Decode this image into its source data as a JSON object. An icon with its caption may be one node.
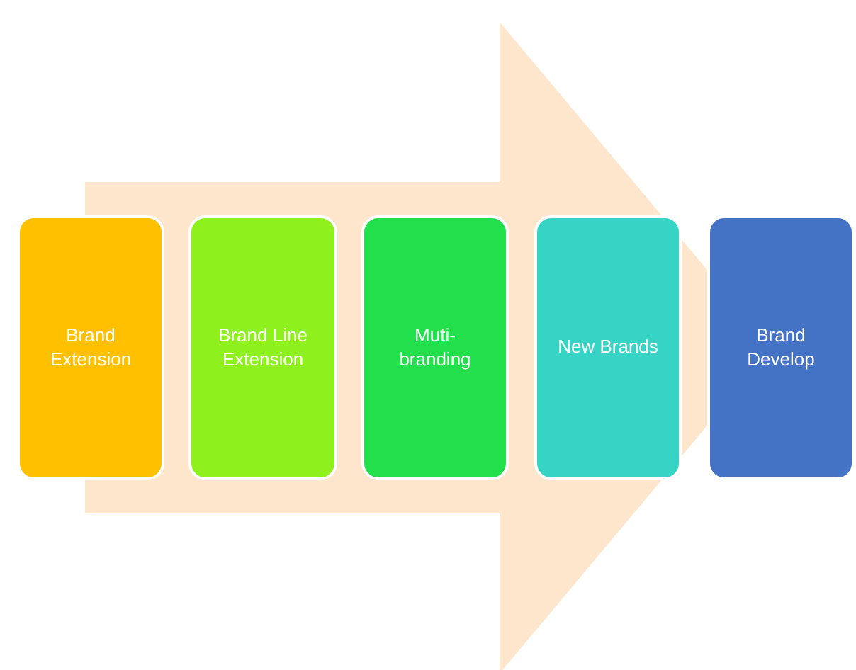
{
  "diagram": {
    "nodes": [
      {
        "text": [
          "Brand Extension"
        ]
      },
      {
        "text": [
          "Brand Line Extension"
        ]
      },
      {
        "text": [
          "Muti-branding"
        ]
      },
      {
        "text": [
          "New Brands"
        ]
      },
      {
        "text": [
          "Brand Develop"
        ]
      }
    ],
    "edges": [
      {
        "from": 0,
        "to": 4,
        "arrow": "to"
      }
    ]
  }
}
